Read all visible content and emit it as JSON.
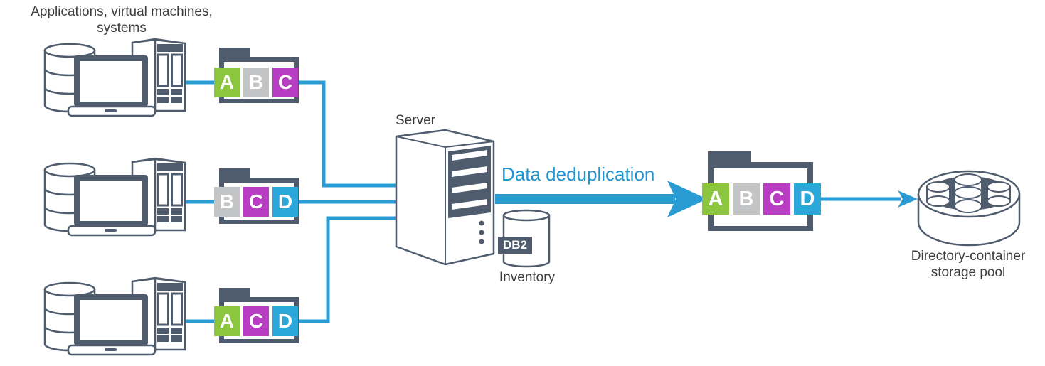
{
  "labels": {
    "sources_line1": "Applications, virtual machines,",
    "sources_line2": "systems",
    "server": "Server",
    "deduplication": "Data deduplication",
    "db2": "DB2",
    "inventory": "Inventory",
    "pool_line1": "Directory-container",
    "pool_line2": "storage pool"
  },
  "extent_folders": [
    {
      "name": "client-1-extents",
      "chips": [
        {
          "letter": "A",
          "color": "#8CC63F"
        },
        {
          "letter": "B",
          "color": "#C2C4C6"
        },
        {
          "letter": "C",
          "color": "#B83DC2"
        }
      ]
    },
    {
      "name": "client-2-extents",
      "chips": [
        {
          "letter": "B",
          "color": "#C2C4C6"
        },
        {
          "letter": "C",
          "color": "#B83DC2"
        },
        {
          "letter": "D",
          "color": "#2BA7DA"
        }
      ]
    },
    {
      "name": "client-3-extents",
      "chips": [
        {
          "letter": "A",
          "color": "#8CC63F"
        },
        {
          "letter": "C",
          "color": "#B83DC2"
        },
        {
          "letter": "D",
          "color": "#2BA7DA"
        }
      ]
    }
  ],
  "deduplicated_folder": {
    "chips": [
      {
        "letter": "A",
        "color": "#8CC63F"
      },
      {
        "letter": "B",
        "color": "#C2C4C6"
      },
      {
        "letter": "C",
        "color": "#B83DC2"
      },
      {
        "letter": "D",
        "color": "#2BA7DA"
      }
    ]
  },
  "colors": {
    "slate": "#4E5C6E",
    "label_gray": "#3D3D3D",
    "connector_blue": "#2B9CD3",
    "dedup_text_blue": "#1E95D3",
    "chip_green": "#8CC63F",
    "chip_gray": "#C2C4C6",
    "chip_magenta": "#B83DC2",
    "chip_cyan": "#2BA7DA"
  },
  "icons": {
    "client_cluster": "database-laptop-tower-icon",
    "folder": "folder-icon",
    "server": "tower-server-icon",
    "db2": "database-cylinder-icon",
    "storage_pool": "container-pool-icon",
    "arrow": "right-arrow-icon"
  }
}
